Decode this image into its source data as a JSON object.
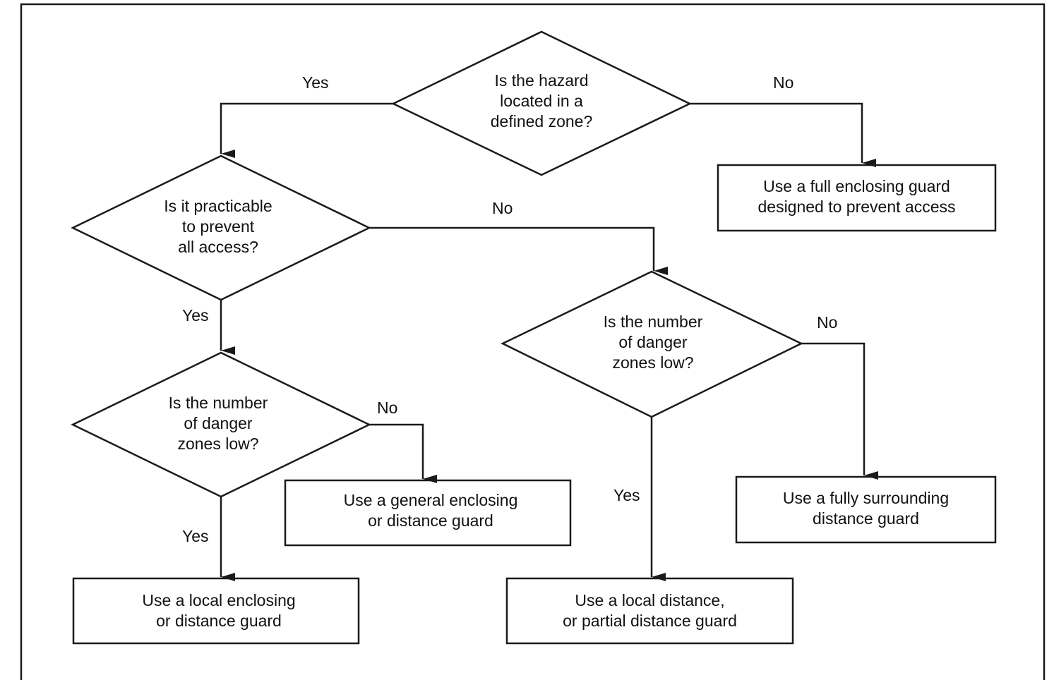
{
  "colors": {
    "stroke": "#1a1a1a",
    "background": "#ffffff",
    "text": "#111111"
  },
  "decisions": {
    "hazard_zone": "Is the hazard\nlocated in a\ndefined zone?",
    "prevent_access": "Is it practicable\nto prevent\nall access?",
    "zones_low_left": "Is the number\nof danger\nzones low?",
    "zones_low_right": "Is the number\nof danger\nzones low?"
  },
  "outcomes": {
    "full_enclosing": "Use a full enclosing guard\ndesigned to prevent access",
    "general_enclosing": "Use a general enclosing\nor distance guard",
    "local_enclosing": "Use a local enclosing\nor distance guard",
    "fully_surrounding": "Use a fully surrounding\ndistance guard",
    "local_distance": "Use a local distance,\nor partial distance guard"
  },
  "edges": {
    "hazard_yes": "Yes",
    "hazard_no": "No",
    "prevent_yes": "Yes",
    "prevent_no": "No",
    "left_no": "No",
    "left_yes": "Yes",
    "right_no": "No",
    "right_yes": "Yes"
  }
}
